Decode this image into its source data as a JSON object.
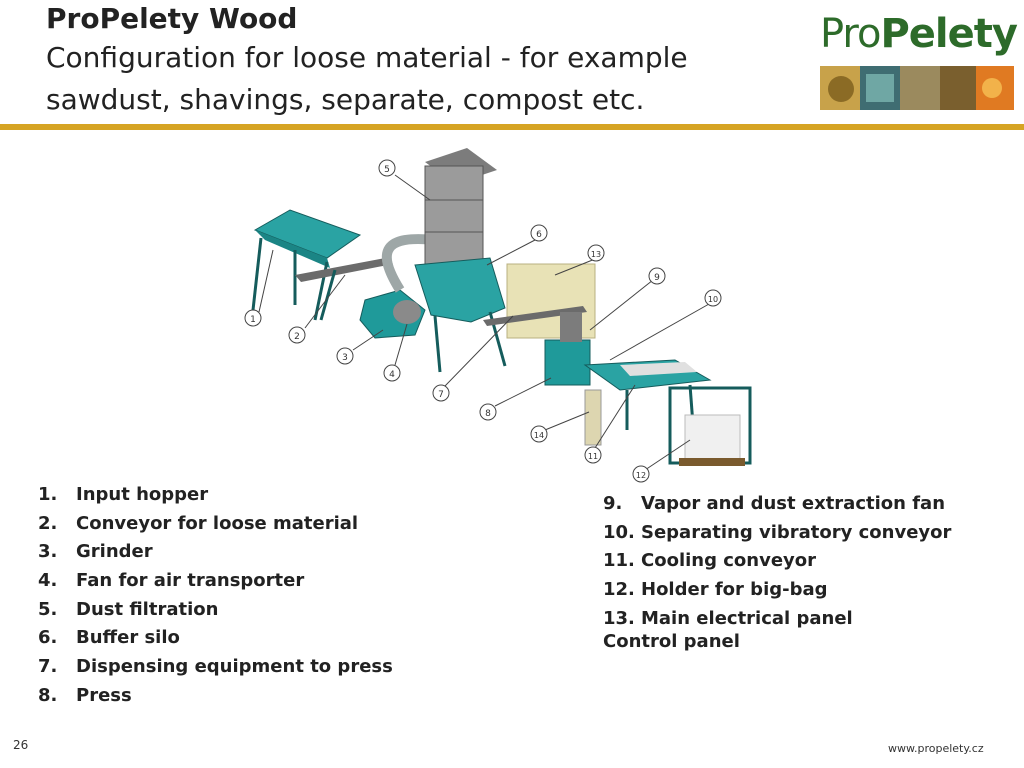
{
  "header": {
    "title": "ProPelety Wood",
    "subtitle_line1": "Configuration for loose material - for example",
    "subtitle_line2": "sawdust, shavings, separate, compost etc."
  },
  "logo": {
    "text_pro": "Pro",
    "text_pelety": "Pelety"
  },
  "diagram": {
    "callouts": [
      "1",
      "2",
      "3",
      "4",
      "5",
      "6",
      "7",
      "8",
      "9",
      "10",
      "11",
      "12",
      "13",
      "14"
    ]
  },
  "legend_left": [
    {
      "num": "1.",
      "label": "Input hopper"
    },
    {
      "num": "2.",
      "label": "Conveyor for loose material"
    },
    {
      "num": "3.",
      "label": "Grinder"
    },
    {
      "num": "4.",
      "label": "Fan for air transporter"
    },
    {
      "num": "5.",
      "label": "Dust filtration"
    },
    {
      "num": "6.",
      "label": "Buffer silo"
    },
    {
      "num": "7.",
      "label": "Dispensing equipment to press"
    },
    {
      "num": "8.",
      "label": "Press"
    }
  ],
  "legend_right": [
    {
      "num": "9.",
      "label": "Vapor and dust extraction fan"
    },
    {
      "num": "10.",
      "label": "Separating vibratory conveyor"
    },
    {
      "num": "11.",
      "label": "Cooling conveyor"
    },
    {
      "num": "12.",
      "label": "Holder for big-bag"
    },
    {
      "num": "13.",
      "label": "Main electrical panel"
    }
  ],
  "legend_extra": "Control panel",
  "footer": {
    "page_number": "26",
    "website": "www.propelety.cz"
  },
  "colors": {
    "accent_rule": "#d6a423",
    "logo_green": "#2d6b2a",
    "machine_teal": "#1f9a9a"
  }
}
